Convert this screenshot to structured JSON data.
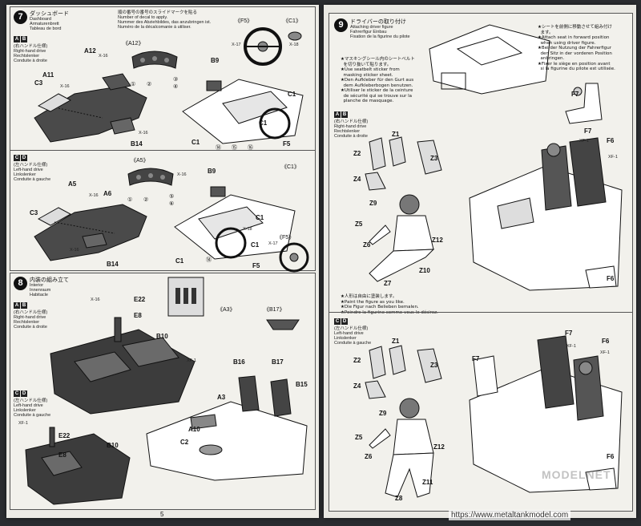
{
  "left_page": {
    "page_number": "5",
    "step7": {
      "number": "7",
      "jp_title": "ダッシュボード",
      "titles": [
        "Dashboard",
        "Armaturenbrett",
        "Tableau de bord"
      ],
      "decal_note": [
        "順の番号の番号のスライドマークを貼る",
        "Number of decal to apply.",
        "Nummer des Abziehbildes, das anzubringen ist.",
        "Numéro de la décalcomanie à utiliser."
      ],
      "ab_badge": [
        "A",
        "B"
      ],
      "cd_badge": [
        "C",
        "D"
      ],
      "rh_jp": "(右ハンドル仕様)",
      "rh": [
        "Right-hand drive",
        "Rechtslenker",
        "Conduite à droite"
      ],
      "lh_jp": "(左ハンドル仕様)",
      "lh": [
        "Left-hand drive",
        "Linkslenker",
        "Conduite à gauche"
      ],
      "part_labels_a": [
        "A11",
        "A12",
        "C3",
        "B14",
        "B9",
        "C1",
        "C1",
        "C1",
        "F5",
        "X-16",
        "X-16",
        "X-16",
        "X-17",
        "X-18"
      ],
      "callouts_a": [
        "《A12》",
        "《F5》",
        "《C1》"
      ],
      "circled_a": [
        "①",
        "②",
        "③",
        "④",
        "⑭",
        "⑮",
        "⑯"
      ],
      "part_labels_c": [
        "A5",
        "A6",
        "C3",
        "B14",
        "B9",
        "C1",
        "C1",
        "C1",
        "F5",
        "X-16",
        "X-16",
        "X-16",
        "X-17",
        "X-18"
      ],
      "callouts_c": [
        "《A5》",
        "《C1》",
        "《F5》"
      ],
      "circled_c": [
        "①",
        "②",
        "⑤",
        "⑥",
        "⑭"
      ]
    },
    "step8": {
      "number": "8",
      "jp_title": "内装の組み立て",
      "titles": [
        "Interior",
        "Innenraum",
        "Habitacle"
      ],
      "ab_badge": [
        "A",
        "B"
      ],
      "cd_badge": [
        "C",
        "D"
      ],
      "rh_jp": "(右ハンドル仕様)",
      "rh": [
        "Right-hand drive",
        "Rechtslenker",
        "Conduite à droite"
      ],
      "lh_jp": "(左ハンドル仕様)",
      "lh": [
        "Left-hand drive",
        "Linkslenker",
        "Conduite à gauche"
      ],
      "part_labels": [
        "E22",
        "E8",
        "B10",
        "B16",
        "B17",
        "B15",
        "A3",
        "A10",
        "C2",
        "E22",
        "E8",
        "B10",
        "X-16",
        "XF-1",
        "XF-1"
      ],
      "callouts": [
        "《A3》",
        "《B17》"
      ]
    }
  },
  "right_page": {
    "step9": {
      "number": "9",
      "jp_title": "ドライバーの取り付け",
      "titles": [
        "Attaching driver figure",
        "Fahrerfigur Einbau",
        "Fixation de la figurine du pilote"
      ],
      "seatbelt_note": "★マスキングシール内のシートベルト\n  を切り抜いて貼ります。\n★Use seatbelt sticker from\n  masking sticker sheet.\n★Den Aufkleber für den Gurt aus\n  dem Aufkleberbogen benutzen.\n★Utiliser le sticker de la ceinture\n  de sécurité qui se trouve sur la\n  planche de masquage.",
      "seat_note": "★シートを前側に移動させて組み付け\n  ます。\n★Attach seat in forward position\n  when using driver figure.\n★Bei der Nutzung der Fahrerfigur\n  den Sitz in der vorderen Position\n  anbringen.\n★Fixer le siège en position avant\n  si la figurine du pilote est utilisée.",
      "paint_note": "★人形は自由に塗装します。\n★Paint the figure as you like.\n★Die Figur nach Belieben bemalen.\n★Peindre la figurine comme vous le désirez.",
      "ab_badge": [
        "A",
        "B"
      ],
      "cd_badge": [
        "C",
        "D"
      ],
      "rh_jp": "(右ハンドル仕様)",
      "rh": [
        "Right-hand drive",
        "Rechtslenker",
        "Conduite à droite"
      ],
      "lh_jp": "(左ハンドル仕様)",
      "lh": [
        "Left-hand drive",
        "Linkslenker",
        "Conduite à gauche"
      ],
      "part_labels_a": [
        "Z1",
        "Z2",
        "Z3",
        "Z4",
        "Z9",
        "Z5",
        "Z6",
        "Z12",
        "Z10",
        "Z7",
        "F7",
        "F6",
        "F6",
        "F7",
        "XF-1",
        "XF-1"
      ],
      "part_labels_c": [
        "Z1",
        "Z2",
        "Z3",
        "Z4",
        "Z9",
        "Z5",
        "Z6",
        "Z12",
        "Z11",
        "Z8",
        "F7",
        "F7",
        "F6",
        "F6",
        "XF-1",
        "XF-1"
      ]
    },
    "watermark_brand": "MODELNET",
    "source_url": "https://www.metaltankmodel.com"
  }
}
